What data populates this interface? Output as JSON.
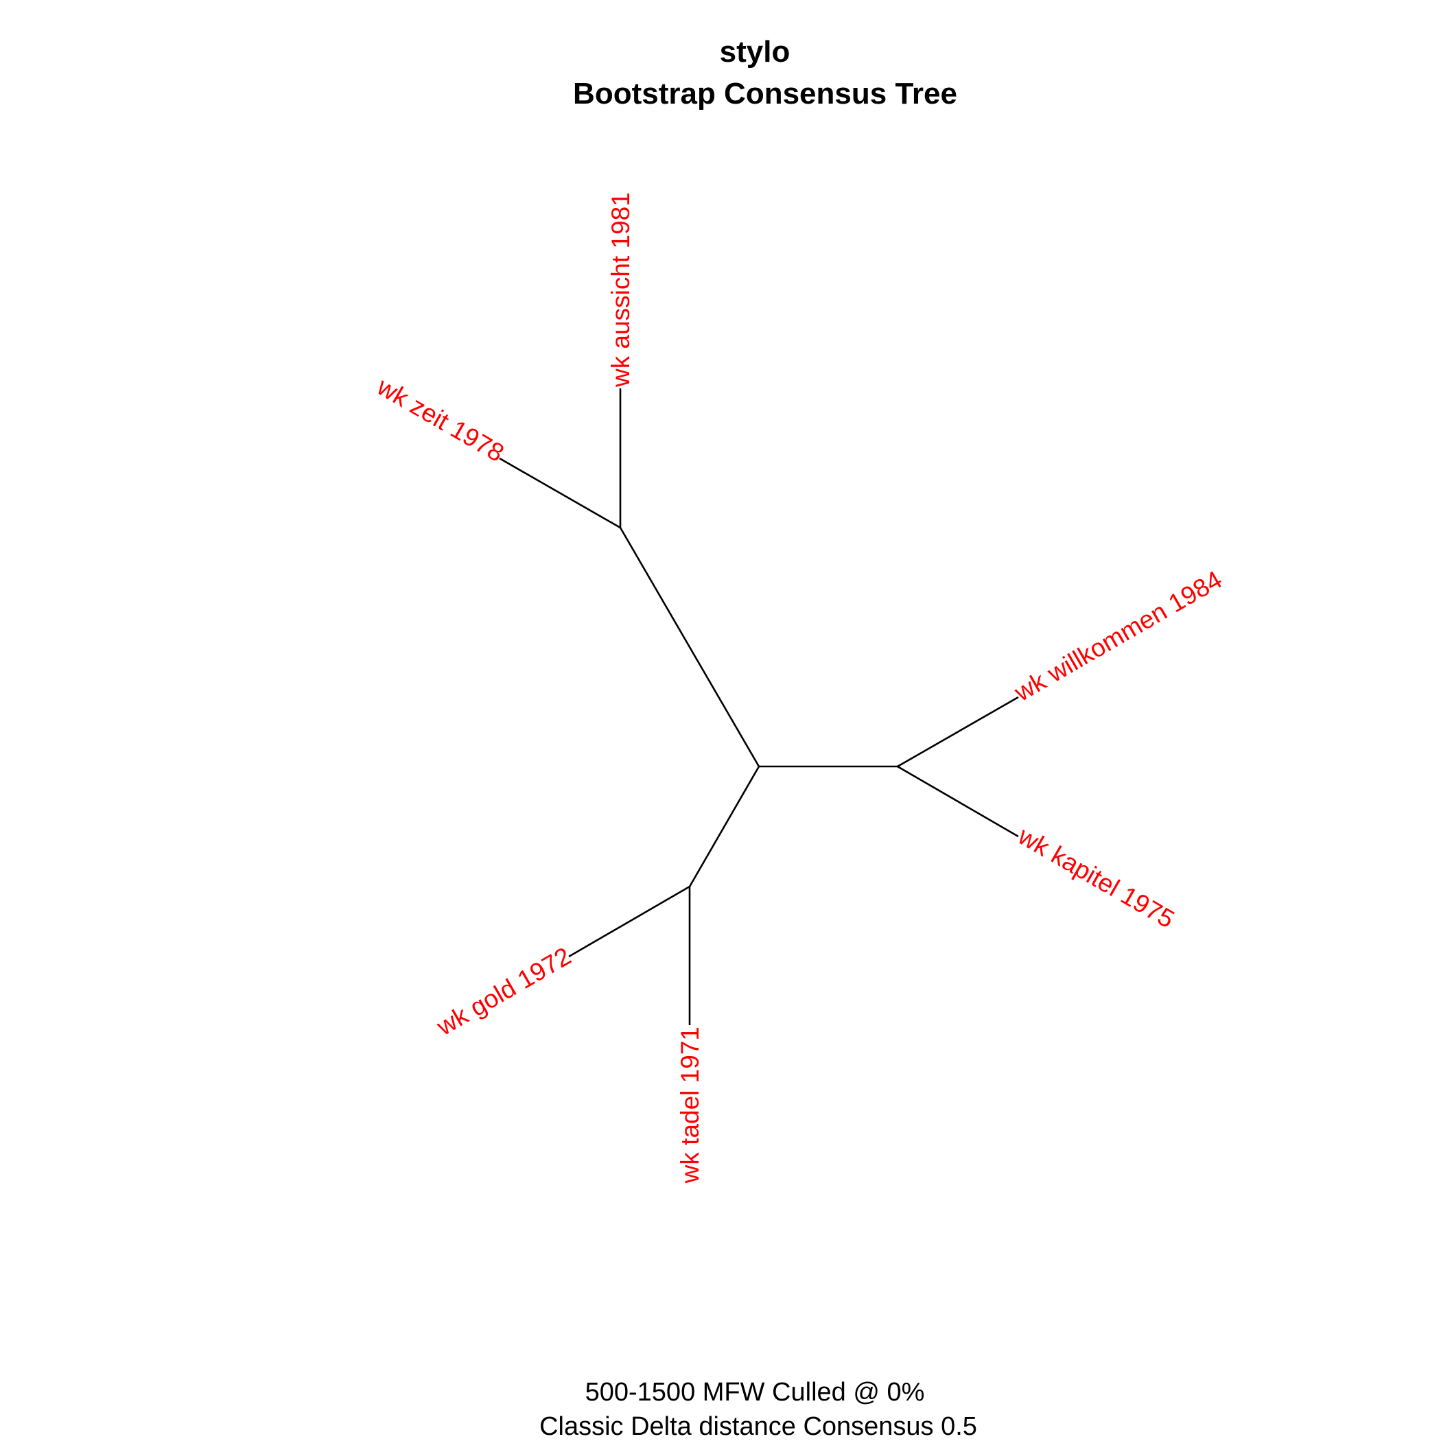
{
  "title": "stylo",
  "subtitle": "Bootstrap Consensus Tree",
  "caption_line1": "500-1500 MFW  Culled @ 0%",
  "caption_line2": "Classic Delta distance Consensus 0.5",
  "colors": {
    "label": "#ff0000",
    "branch": "#000000"
  },
  "tree": {
    "layout": "unrooted",
    "leaves": [
      "wk aussicht 1981",
      "wk zeit 1978",
      "wk willkommen 1984",
      "wk kapitel 1975",
      "wk gold 1972",
      "wk tadel 1971"
    ],
    "clades": [
      [
        "wk aussicht 1981",
        "wk zeit 1978"
      ],
      [
        "wk willkommen 1984",
        "wk kapitel 1975"
      ],
      [
        "wk gold 1972",
        "wk tadel 1971"
      ]
    ]
  }
}
